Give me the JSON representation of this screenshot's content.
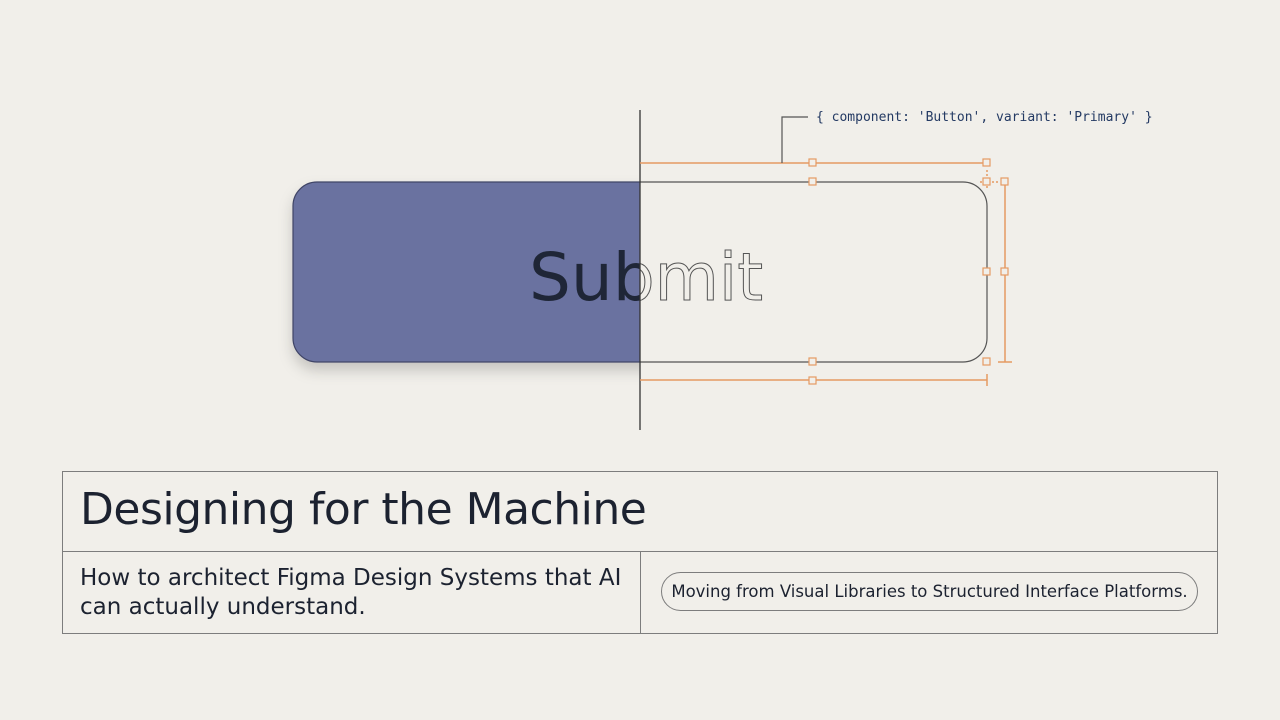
{
  "illustration": {
    "code_label": "{ component: 'Button', variant: 'Primary' }",
    "button_label": "Submit",
    "colors": {
      "button_fill": "#6a72a0",
      "annotation_orange": "#e59a63",
      "divider": "#333333"
    }
  },
  "card": {
    "title": "Designing for the Machine",
    "subtitle": "How to architect Figma Design Systems that AI can actually understand.",
    "tag": "Moving from Visual Libraries to Structured Interface Platforms."
  }
}
